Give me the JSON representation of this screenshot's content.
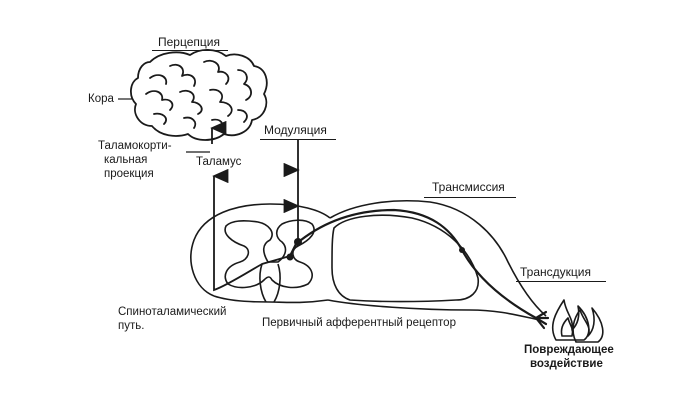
{
  "labels": {
    "perception": "Перцепция",
    "cortex": "Кора",
    "thalamocortical_line1": "Таламокорти-",
    "thalamocortical_line2": "кальная",
    "thalamocortical_line3": "проекция",
    "thalamus": "Таламус",
    "modulation": "Модуляция",
    "transmission": "Трансмиссия",
    "transduction": "Трансдукция",
    "spinothalamic_line1": "Спиноталамический",
    "spinothalamic_line2": "путь.",
    "primary_afferent": "Первичный афферентный рецептор",
    "damaging_line1": "Повреждающее",
    "damaging_line2": "воздействие"
  }
}
